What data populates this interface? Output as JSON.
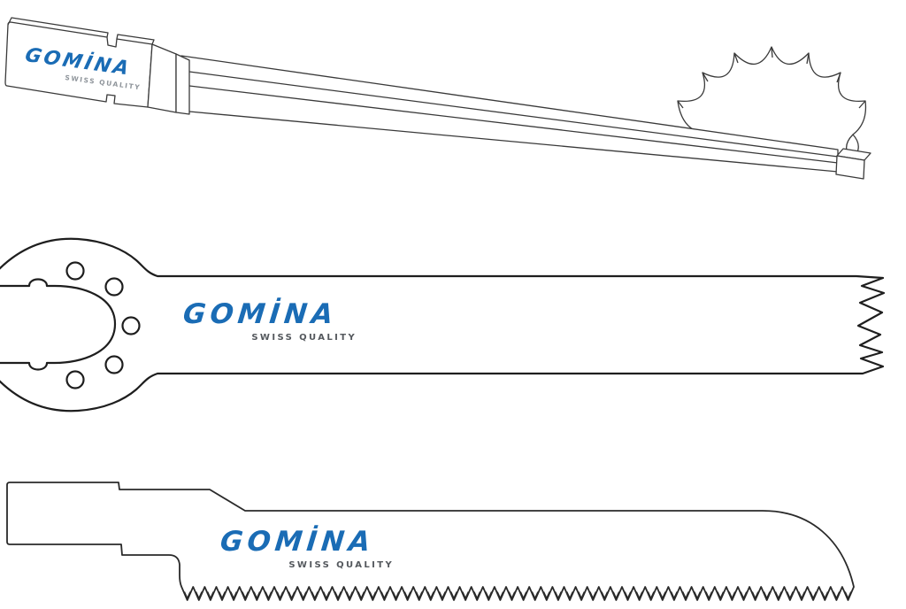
{
  "colors": {
    "logo_blue": "#1a6cb5",
    "tagline_gray": "#54585d",
    "tagline_gray_light": "#8f959b",
    "line_dark": "#222222"
  },
  "blades": [
    {
      "logo_text": "GOMİNA",
      "tagline": "SWISS QUALITY"
    },
    {
      "logo_text": "GOMİNA",
      "tagline": "SWISS QUALITY"
    },
    {
      "logo_text": "GOMİNA",
      "tagline": "SWISS QUALITY"
    }
  ]
}
